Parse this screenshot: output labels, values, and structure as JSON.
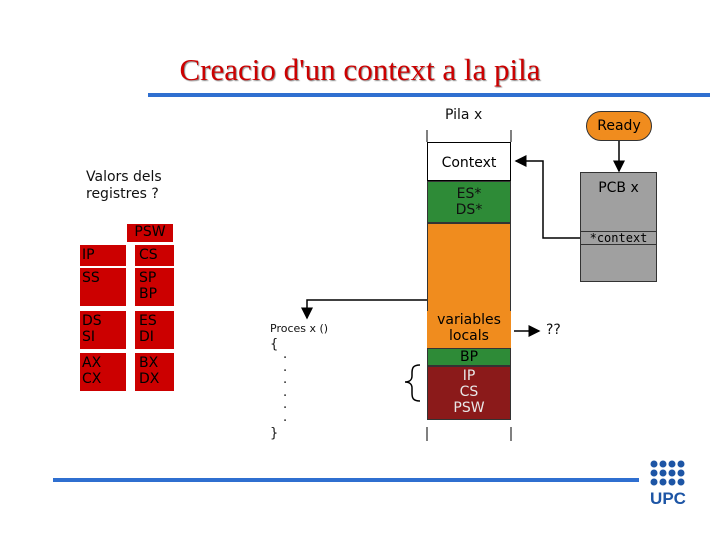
{
  "title": "Creacio d'un context a la pila",
  "stack": {
    "label": "Pila x",
    "context_label": "Context",
    "segments_top": [
      "ES*",
      "DS*"
    ],
    "segments_bottom": [
      "variables",
      "locals"
    ],
    "bp": "BP",
    "ip": "IP",
    "cs": "CS",
    "psw": "PSW"
  },
  "ready": {
    "label": "Ready"
  },
  "pcb": {
    "label": "PCB x",
    "context_field": "*context"
  },
  "registers": {
    "question_line1": "Valors dels",
    "question_line2": "registres ?",
    "psw": "PSW",
    "rows": [
      {
        "left": "IP",
        "right": "CS"
      },
      {
        "left": "SS",
        "right_line1": "SP",
        "right_line2": "BP"
      },
      {
        "left_line1": "DS",
        "left_line2": "SI",
        "right_line1": "ES",
        "right_line2": "DI"
      },
      {
        "left_line1": "AX",
        "left_line2": "CX",
        "right_line1": "BX",
        "right_line2": "DX"
      }
    ]
  },
  "code": {
    "header": "Proces x ()",
    "open": "{",
    "dots": [
      ".",
      ".",
      ".",
      ".",
      ".",
      "."
    ],
    "close": "}"
  },
  "unknown": "??",
  "logo": {
    "text": "UPC"
  },
  "colors": {
    "title": "#cc0000",
    "rule": "#2f6fd0",
    "stack_orange": "#f08c1e",
    "stack_green": "#2e8b37",
    "stack_dark_red": "#8b1a1a",
    "pcb_gray": "#a0a0a0",
    "register_red": "#cc0000",
    "logo_blue": "#1d55a5"
  }
}
